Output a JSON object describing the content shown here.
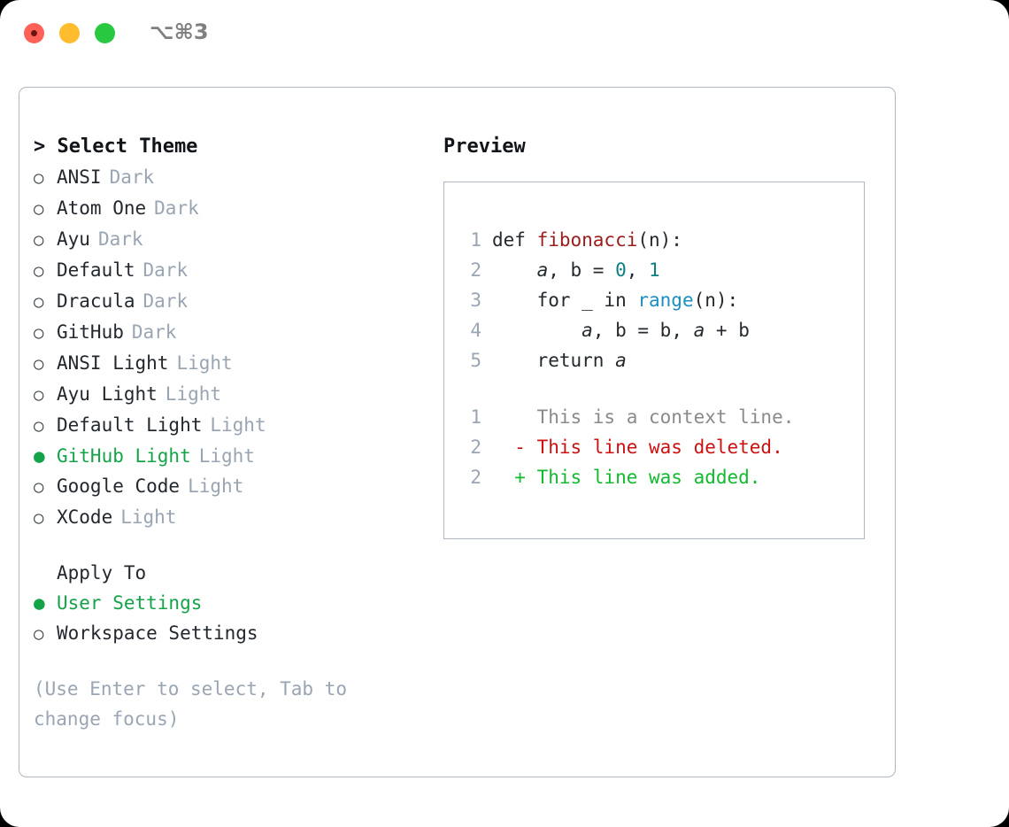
{
  "titlebar": {
    "shortcut": "⌥⌘3",
    "buttons": [
      {
        "name": "close",
        "color": "#ff6057"
      },
      {
        "name": "minimize",
        "color": "#febc2e"
      },
      {
        "name": "zoom",
        "color": "#28c840"
      }
    ]
  },
  "colors": {
    "accent_green": "#15a34a",
    "muted": "#9aa5b3",
    "border": "#aeb6c2",
    "text": "#23282f",
    "diff_add": "#12bb2e",
    "diff_del": "#cc1111",
    "diff_ctx": "#8a8a8a",
    "tok_fn": "#9b1c1c",
    "tok_num": "#0b8080",
    "tok_call": "#1b8ec2"
  },
  "left": {
    "heading": "> Select Theme",
    "marker_off": "○",
    "marker_on": "●",
    "themes": [
      {
        "label": "ANSI",
        "suffix": "Dark",
        "selected": false
      },
      {
        "label": "Atom One",
        "suffix": "Dark",
        "selected": false
      },
      {
        "label": "Ayu",
        "suffix": "Dark",
        "selected": false
      },
      {
        "label": "Default",
        "suffix": "Dark",
        "selected": false
      },
      {
        "label": "Dracula",
        "suffix": "Dark",
        "selected": false
      },
      {
        "label": "GitHub",
        "suffix": "Dark",
        "selected": false
      },
      {
        "label": "ANSI Light",
        "suffix": "Light",
        "selected": false
      },
      {
        "label": "Ayu Light",
        "suffix": "Light",
        "selected": false
      },
      {
        "label": "Default Light",
        "suffix": "Light",
        "selected": false
      },
      {
        "label": "GitHub Light",
        "suffix": "Light",
        "selected": true
      },
      {
        "label": "Google Code",
        "suffix": "Light",
        "selected": false
      },
      {
        "label": "XCode",
        "suffix": "Light",
        "selected": false
      }
    ],
    "apply_to": {
      "heading": "Apply To",
      "options": [
        {
          "label": "User Settings",
          "selected": true
        },
        {
          "label": "Workspace Settings",
          "selected": false
        }
      ]
    },
    "hint": "(Use Enter to select, Tab to change focus)"
  },
  "right": {
    "heading": "Preview",
    "code_lines": [
      {
        "lineno": "1",
        "tokens": [
          {
            "text": "def ",
            "type": "def"
          },
          {
            "text": "fibonacci",
            "type": "fn"
          },
          {
            "text": "(n):",
            "type": "plain"
          }
        ]
      },
      {
        "lineno": "2",
        "tokens": [
          {
            "text": "    ",
            "type": "plain"
          },
          {
            "text": "a",
            "type": "var"
          },
          {
            "text": ", b = ",
            "type": "plain"
          },
          {
            "text": "0",
            "type": "num"
          },
          {
            "text": ", ",
            "type": "plain"
          },
          {
            "text": "1",
            "type": "num"
          }
        ]
      },
      {
        "lineno": "3",
        "tokens": [
          {
            "text": "    for _ in ",
            "type": "plain"
          },
          {
            "text": "range",
            "type": "call"
          },
          {
            "text": "(n):",
            "type": "plain"
          }
        ]
      },
      {
        "lineno": "4",
        "tokens": [
          {
            "text": "        ",
            "type": "plain"
          },
          {
            "text": "a",
            "type": "var"
          },
          {
            "text": ", b = b, ",
            "type": "plain"
          },
          {
            "text": "a",
            "type": "var"
          },
          {
            "text": " + b",
            "type": "plain"
          }
        ]
      },
      {
        "lineno": "5",
        "tokens": [
          {
            "text": "    return ",
            "type": "plain"
          },
          {
            "text": "a",
            "type": "var"
          }
        ]
      }
    ],
    "diff_lines": [
      {
        "lineno": "1",
        "sign": "  ",
        "text": "This is a context line.",
        "kind": "ctx"
      },
      {
        "lineno": "2",
        "sign": "- ",
        "text": "This line was deleted.",
        "kind": "del"
      },
      {
        "lineno": "2",
        "sign": "+ ",
        "text": "This line was added.",
        "kind": "add"
      }
    ]
  }
}
